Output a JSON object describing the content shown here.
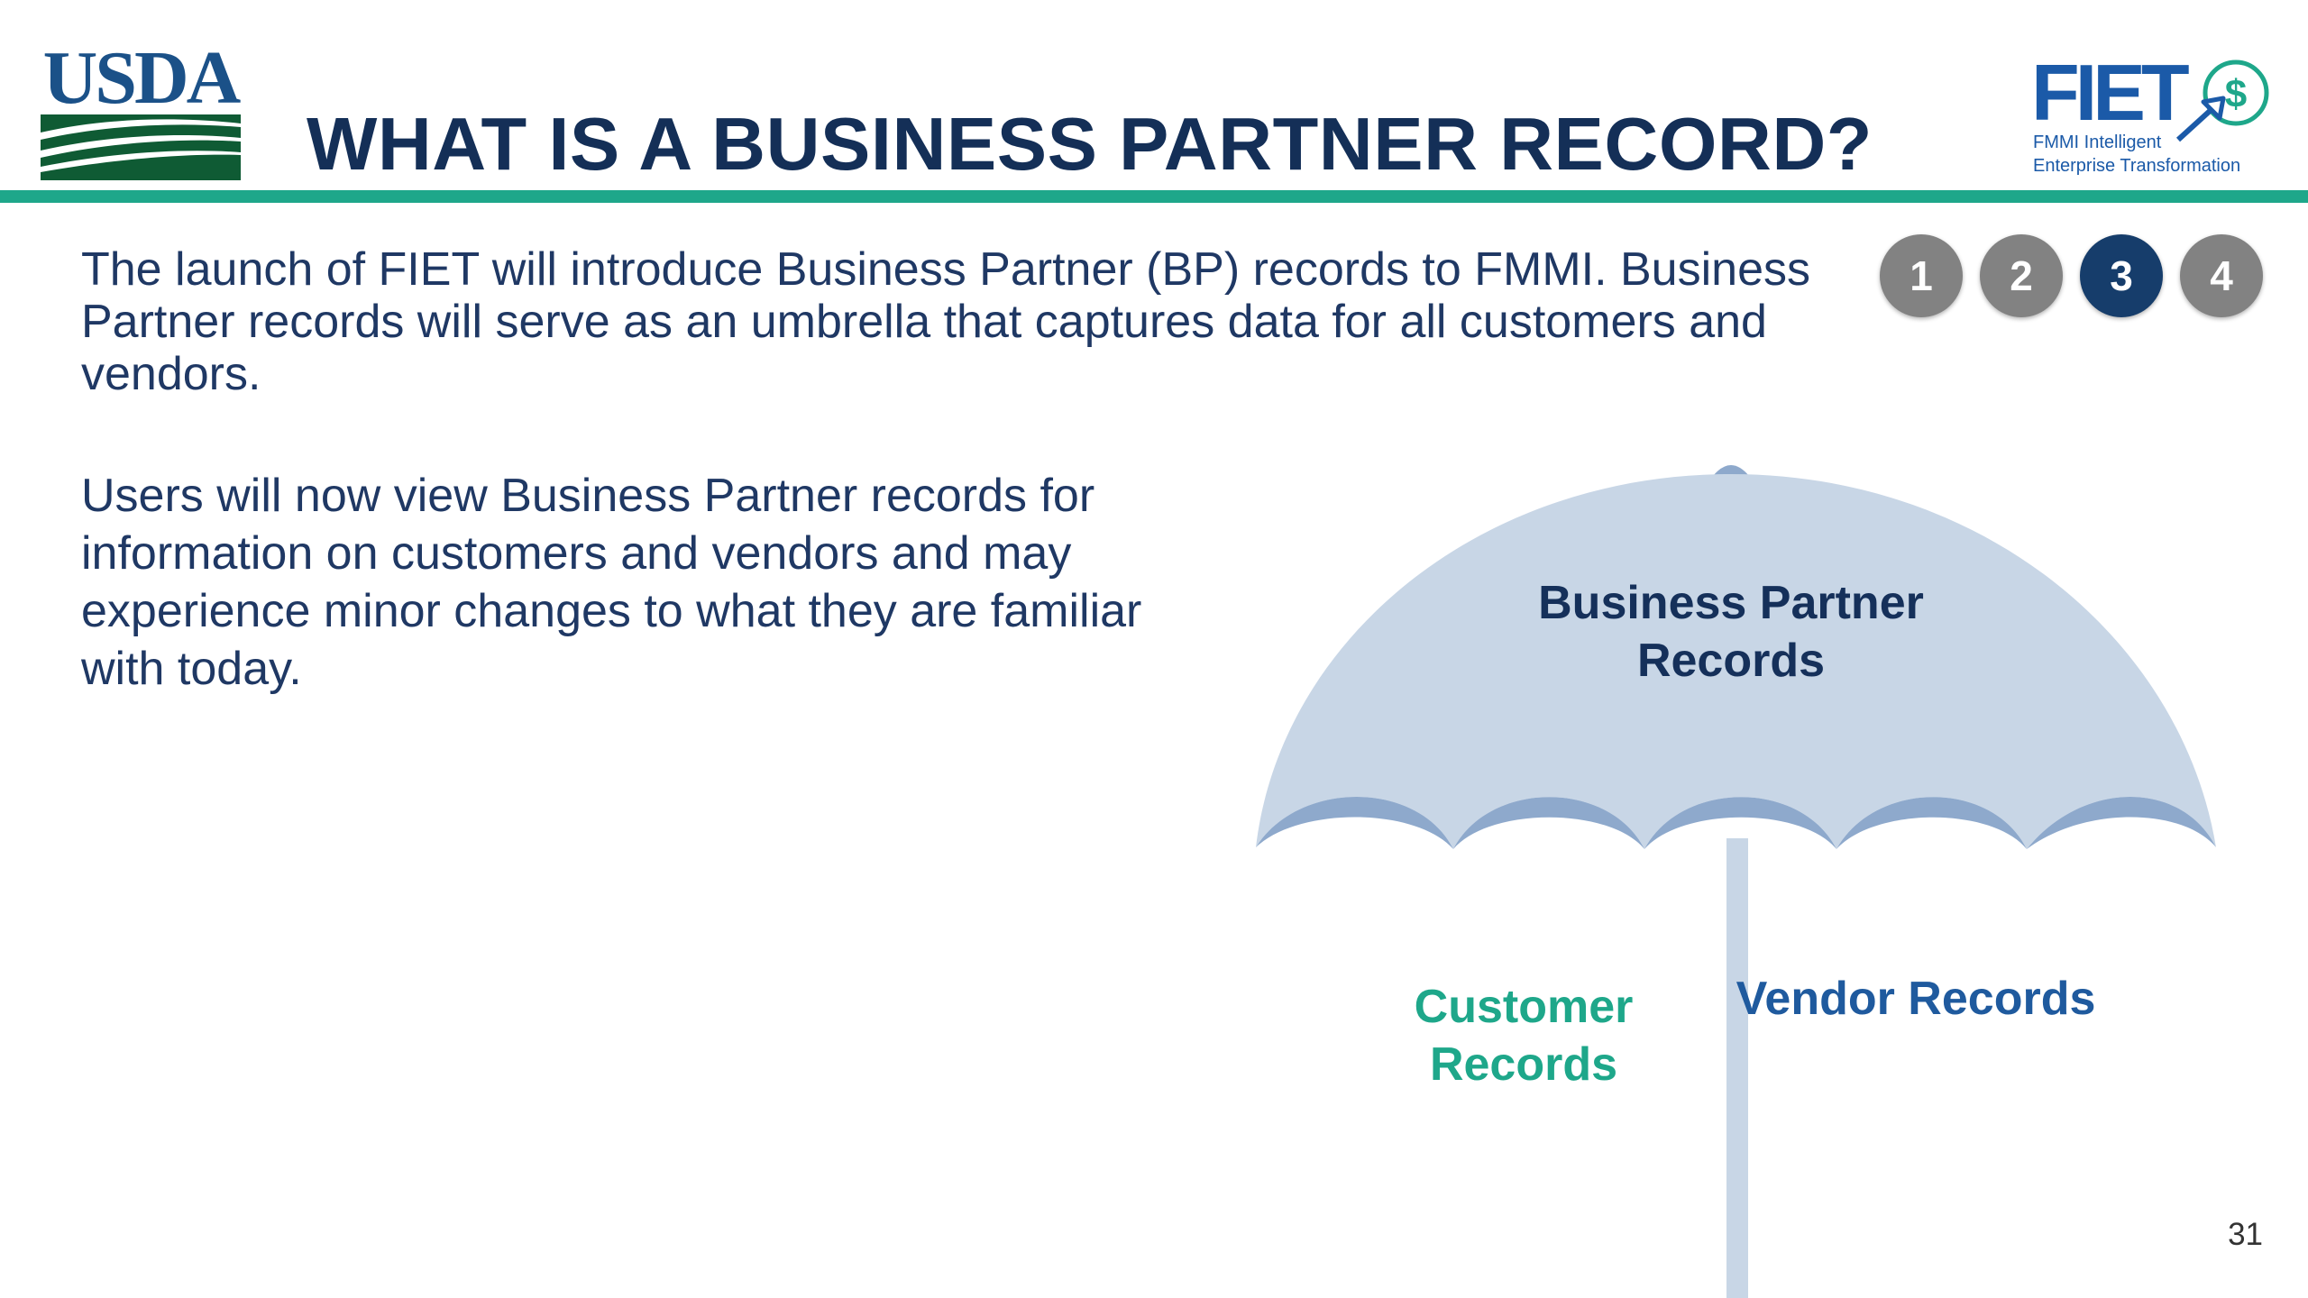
{
  "header": {
    "usda_logo_text": "USDA",
    "title": "WHAT IS A BUSINESS PARTNER RECORD?",
    "fiet_logo": {
      "wordmark": "FIET",
      "tagline_line1": "FMMI Intelligent",
      "tagline_line2": "Enterprise Transformation",
      "icon": "dollar-arrow-icon"
    }
  },
  "body": {
    "intro": "The launch of FIET will introduce Business Partner (BP) records to FMMI. Business Partner records will serve as an umbrella that captures data for all customers and vendors.",
    "detail": "Users will now view Business Partner records for information on customers and vendors and may experience minor changes to what they are familiar with today."
  },
  "steps": {
    "items": [
      "1",
      "2",
      "3",
      "4"
    ],
    "active": "3"
  },
  "diagram": {
    "canopy_label": "Business Partner Records",
    "left_label": "Customer Records",
    "right_label": "Vendor Records"
  },
  "footer": {
    "page_number": "31"
  },
  "colors": {
    "title_navy": "#142f57",
    "accent_green": "#1ea78a",
    "usda_blue": "#1b5188",
    "usda_green": "#0f5b34",
    "fiet_blue": "#1b5aa8",
    "step_gray": "#828282",
    "step_active": "#163d6b",
    "umbrella_canopy": "#c8d6e6",
    "umbrella_scallop": "#8ea9cc",
    "vendor_blue": "#1f5a9e"
  }
}
